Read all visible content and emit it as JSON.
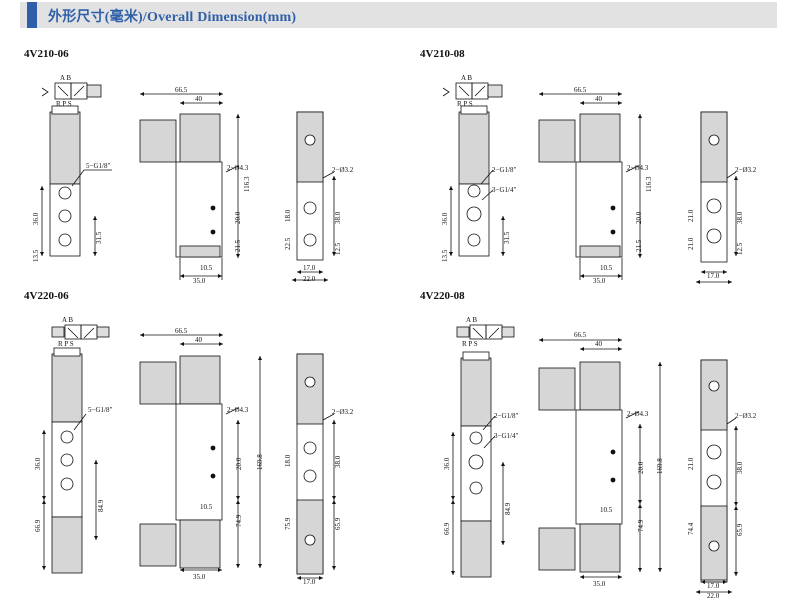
{
  "header": {
    "title": "外形尺寸(毫米)/Overall Dimension(mm)",
    "accent": "#2f5fa8",
    "bar": "#e2e2e2"
  },
  "models": [
    "4V210-06",
    "4V210-08",
    "4V220-06",
    "4V220-08"
  ],
  "symbol": {
    "ports_top": "A B",
    "ports_bottom": "R P S"
  },
  "dims": {
    "d665": "66.5",
    "d40": "40",
    "d1163": "116.3",
    "d200": "20.0",
    "d215": "21.5",
    "d105": "10.5",
    "d350": "35.0",
    "d360": "36.0",
    "d315": "31.5",
    "d135": "13.5",
    "d180": "18.0",
    "d380": "38.0",
    "d225": "22.5",
    "d125": "12.5",
    "d170": "17.0",
    "d220": "22.0",
    "d210": "21.0",
    "d1698": "169.8",
    "d849": "84.9",
    "d669": "66.9",
    "d749": "74.9",
    "d759": "75.9",
    "d659": "65.9",
    "d744": "74.4",
    "g18": "5−G1/8″",
    "g18b": "2−G1/8″",
    "g14": "3−G1/4″",
    "h43": "2−Ø4.3",
    "h32": "2−Ø3.2"
  }
}
